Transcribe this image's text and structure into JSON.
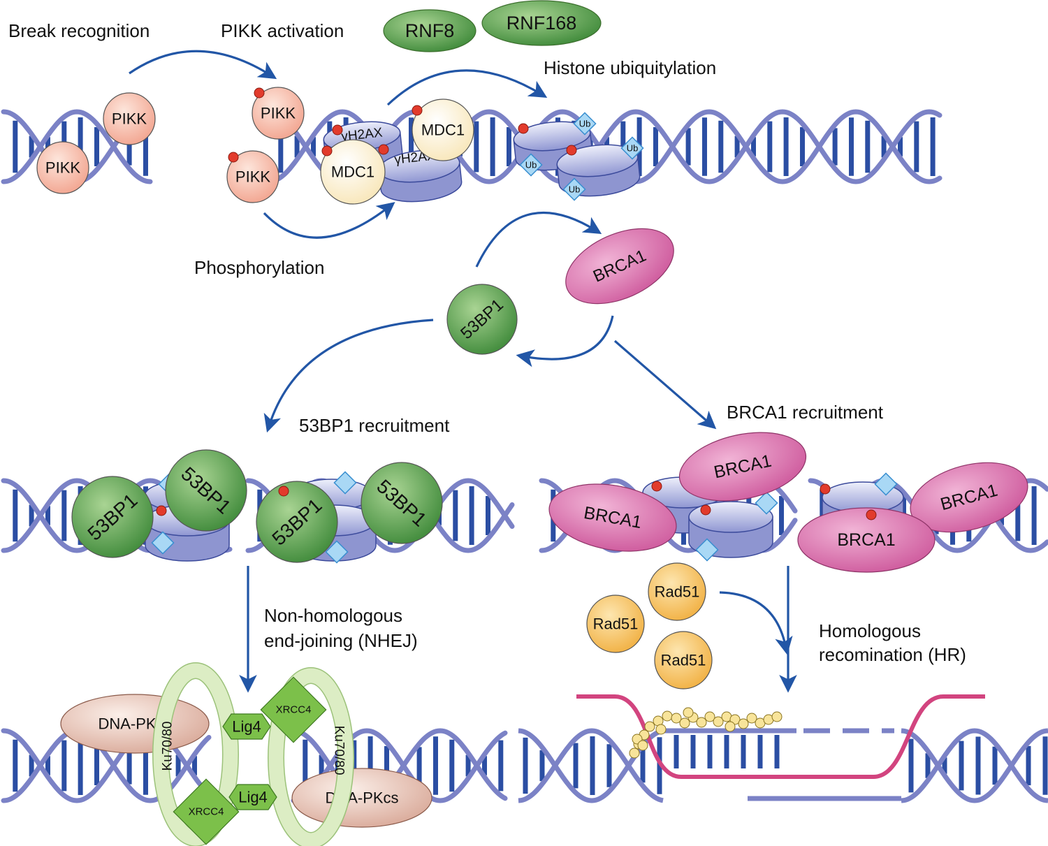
{
  "labels": {
    "break_recognition": "Break recognition",
    "pikk_activation": "PIKK activation",
    "histone_ubiquitylation": "Histone ubiquitylation",
    "phosphorylation": "Phosphorylation",
    "bp_recruitment": "53BP1 recruitment",
    "brca1_recruitment": "BRCA1 recruitment",
    "nhej_line1": "Non-homologous",
    "nhej_line2": "end-joining (NHEJ)",
    "hr_line1": "Homologous",
    "hr_line2": "recomination (HR)"
  },
  "proteins": {
    "pikk": "PIKK",
    "rnf8": "RNF8",
    "rnf168": "RNF168",
    "mdc1": "MDC1",
    "gh2ax": "γH2AX",
    "ub": "Ub",
    "bp53": "53BP1",
    "brca1": "BRCA1",
    "rad51": "Rad51",
    "dnapkcs": "DNA-PKcs",
    "ku": "Ku70/80",
    "lig4": "Lig4",
    "xrcc4": "XRCC4"
  },
  "colors": {
    "dna_strand": "#7b82c6",
    "dna_rung": "#2b4ea3",
    "arrow": "#2256a6",
    "pikk_fill": "#f6b7a6",
    "mdc1_fill": "#fdf3d8",
    "green": "#5a9a4a",
    "brca1_fill": "#d96ba8",
    "rad51_fill": "#f6c25a",
    "ub_fill": "#a9d8f5",
    "phospho": "#e23b2c",
    "hr_strand": "#d2447f",
    "lig_fill": "#7cc04a",
    "ku_fill": "#dcedc4",
    "pkcs_fill": "#e8c4b6"
  }
}
